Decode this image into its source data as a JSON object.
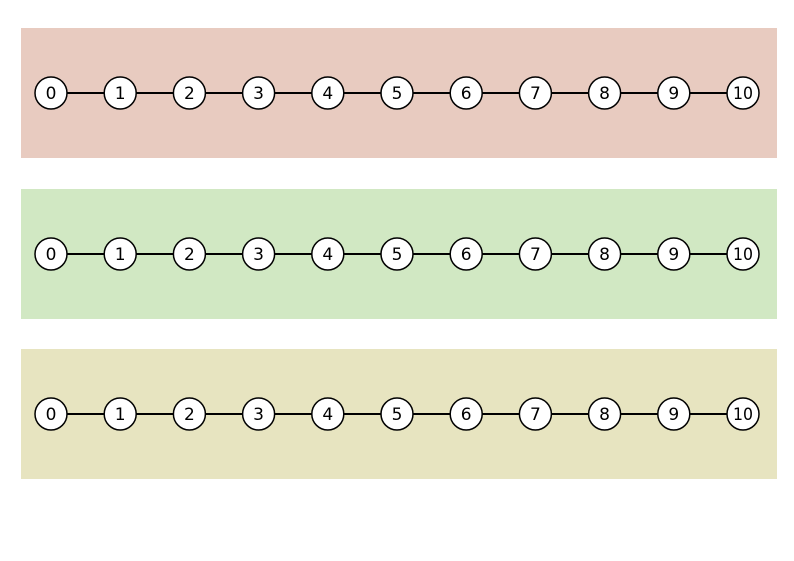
{
  "number_lines": [
    {
      "background": "#e8cbc0",
      "numbers": [
        "0",
        "1",
        "2",
        "3",
        "4",
        "5",
        "6",
        "7",
        "8",
        "9",
        "10"
      ]
    },
    {
      "background": "#d1e8c3",
      "numbers": [
        "0",
        "1",
        "2",
        "3",
        "4",
        "5",
        "6",
        "7",
        "8",
        "9",
        "10"
      ]
    },
    {
      "background": "#e7e4c0",
      "numbers": [
        "0",
        "1",
        "2",
        "3",
        "4",
        "5",
        "6",
        "7",
        "8",
        "9",
        "10"
      ]
    }
  ],
  "colors": {
    "circle_fill": "#ffffff",
    "line": "#000000"
  }
}
